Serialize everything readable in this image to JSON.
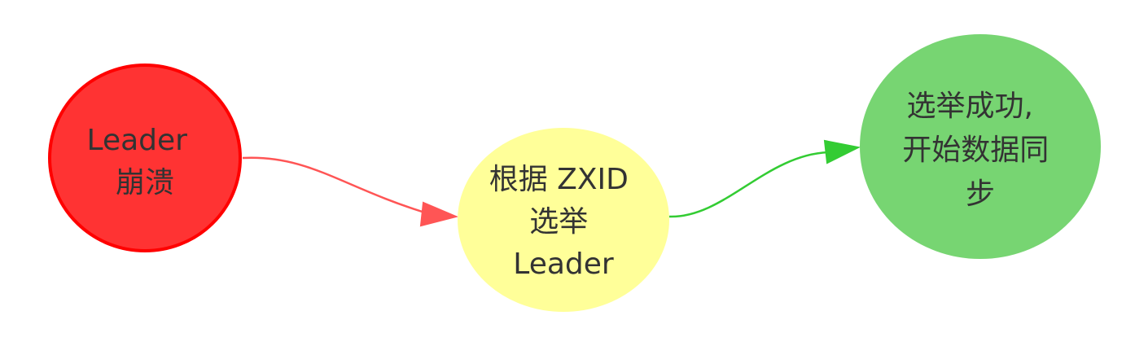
{
  "nodes": [
    {
      "id": "leader-crash",
      "lines": [
        "Leader",
        "崩溃"
      ],
      "fill": "#ff3333",
      "stroke": "#ff0000"
    },
    {
      "id": "elect-leader",
      "lines": [
        "根据 ZXID",
        "选举",
        "Leader"
      ],
      "fill": "#ffff99",
      "stroke": "#ffff99"
    },
    {
      "id": "sync-start",
      "lines": [
        "选举成功,",
        "开始数据同",
        "步"
      ],
      "fill": "#77d572",
      "stroke": "#77d572"
    }
  ],
  "edges": [
    {
      "from": "leader-crash",
      "to": "elect-leader",
      "color": "#ff5555"
    },
    {
      "from": "elect-leader",
      "to": "sync-start",
      "color": "#33cc33"
    }
  ]
}
